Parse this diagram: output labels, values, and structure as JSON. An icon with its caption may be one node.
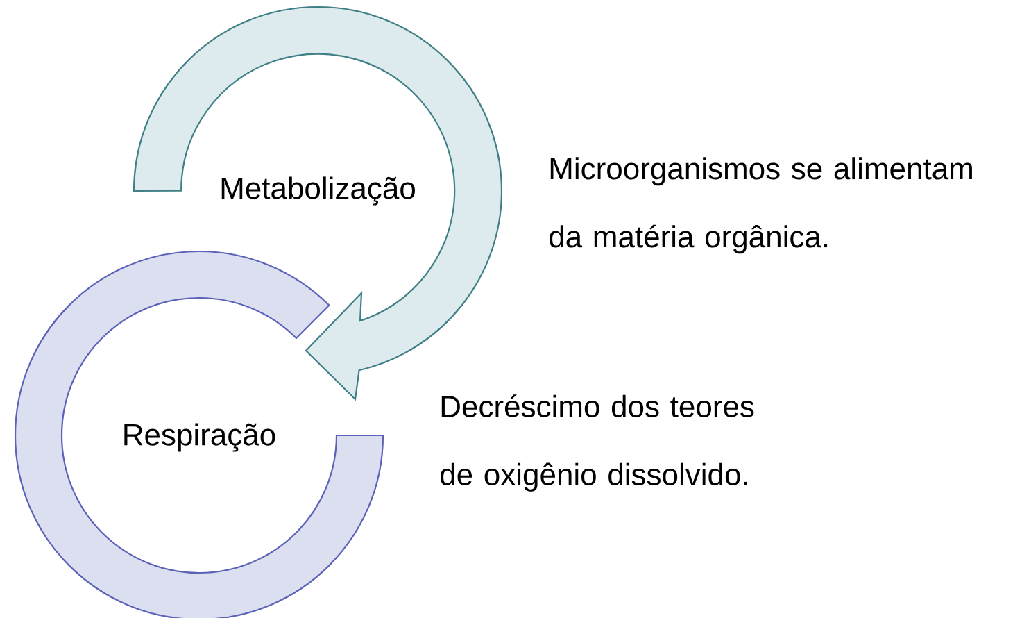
{
  "diagram": {
    "nodes": [
      {
        "text": [
          "Metabolização"
        ]
      },
      {
        "text": [
          "Respiração"
        ]
      }
    ],
    "labels": [
      "Microorganismos se alimentam da matéria orgânica.",
      "Decréscimo dos teores de oxigênio dissolvido."
    ]
  }
}
